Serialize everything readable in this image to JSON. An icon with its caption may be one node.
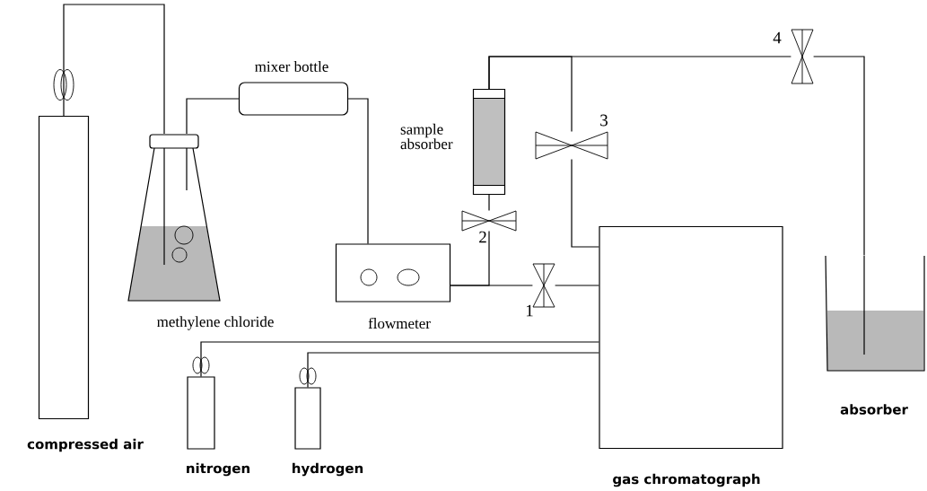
{
  "diagram": {
    "nodes": [
      {
        "text": [
          "compressed air"
        ]
      },
      {
        "text": [
          "methylene chloride"
        ]
      },
      {
        "text": [
          "mixer bottle"
        ]
      },
      {
        "text": [
          "flowmeter"
        ]
      },
      {
        "text": [
          "sample absorber"
        ]
      },
      {
        "text": [
          "1"
        ]
      },
      {
        "text": [
          "2"
        ]
      },
      {
        "text": [
          "3"
        ]
      },
      {
        "text": [
          "4"
        ]
      },
      {
        "text": [
          "gas chromatograph"
        ]
      },
      {
        "text": [
          "absorber"
        ]
      },
      {
        "text": [
          "nitrogen"
        ]
      },
      {
        "text": [
          "hydrogen"
        ]
      }
    ],
    "edges": [
      {
        "from": 0,
        "to": 1,
        "arrow": "none"
      },
      {
        "from": 1,
        "to": 2,
        "arrow": "none"
      },
      {
        "from": 2,
        "to": 3,
        "arrow": "none"
      },
      {
        "from": 3,
        "to": 5,
        "arrow": "none"
      },
      {
        "from": 3,
        "to": 6,
        "arrow": "none"
      },
      {
        "from": 5,
        "to": 9,
        "arrow": "none"
      },
      {
        "from": 6,
        "to": 4,
        "arrow": "none"
      },
      {
        "from": 4,
        "to": 7,
        "arrow": "none"
      },
      {
        "from": 7,
        "to": 9,
        "arrow": "none"
      },
      {
        "from": 4,
        "to": 8,
        "arrow": "none"
      },
      {
        "from": 8,
        "to": 10,
        "arrow": "none"
      },
      {
        "from": 11,
        "to": 9,
        "arrow": "none"
      },
      {
        "from": 12,
        "to": 9,
        "arrow": "none"
      }
    ]
  }
}
